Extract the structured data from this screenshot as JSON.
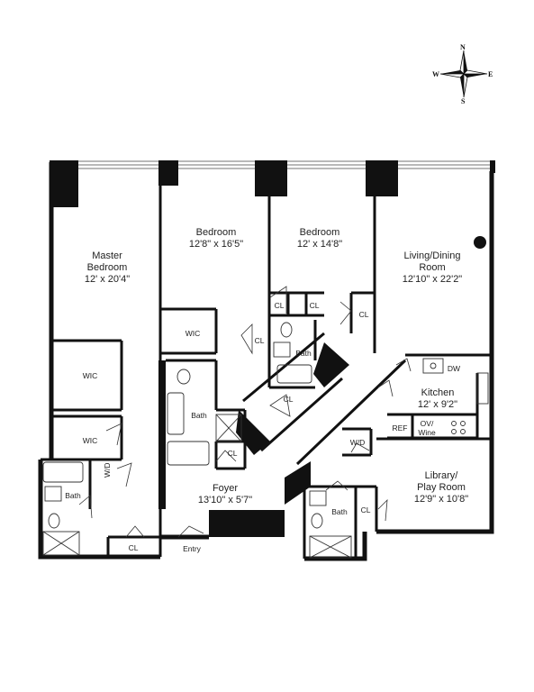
{
  "compass": {
    "n": "N",
    "s": "S",
    "e": "E",
    "w": "W"
  },
  "rooms": {
    "master_bedroom": {
      "name1": "Master",
      "name2": "Bedroom",
      "dim": "12' x 20'4\""
    },
    "bedroom_a": {
      "name": "Bedroom",
      "dim": "12'8\" x 16'5\""
    },
    "bedroom_b": {
      "name": "Bedroom",
      "dim": "12' x 14'8\""
    },
    "living_dining": {
      "name1": "Living/Dining",
      "name2": "Room",
      "dim": "12'10\" x 22'2\""
    },
    "kitchen": {
      "name": "Kitchen",
      "dim": "12' x 9'2\""
    },
    "library": {
      "name1": "Library/",
      "name2": "Play Room",
      "dim": "12'9\" x 10'8\""
    },
    "foyer": {
      "name": "Foyer",
      "dim": "13'10\" x 5'7\""
    }
  },
  "fixtures": {
    "wic": "WIC",
    "cl": "CL",
    "bath": "Bath",
    "wd": "W/D",
    "dw": "DW",
    "ref": "REF",
    "ov1": "OV/",
    "ov2": "Wine",
    "entry": "Entry"
  }
}
